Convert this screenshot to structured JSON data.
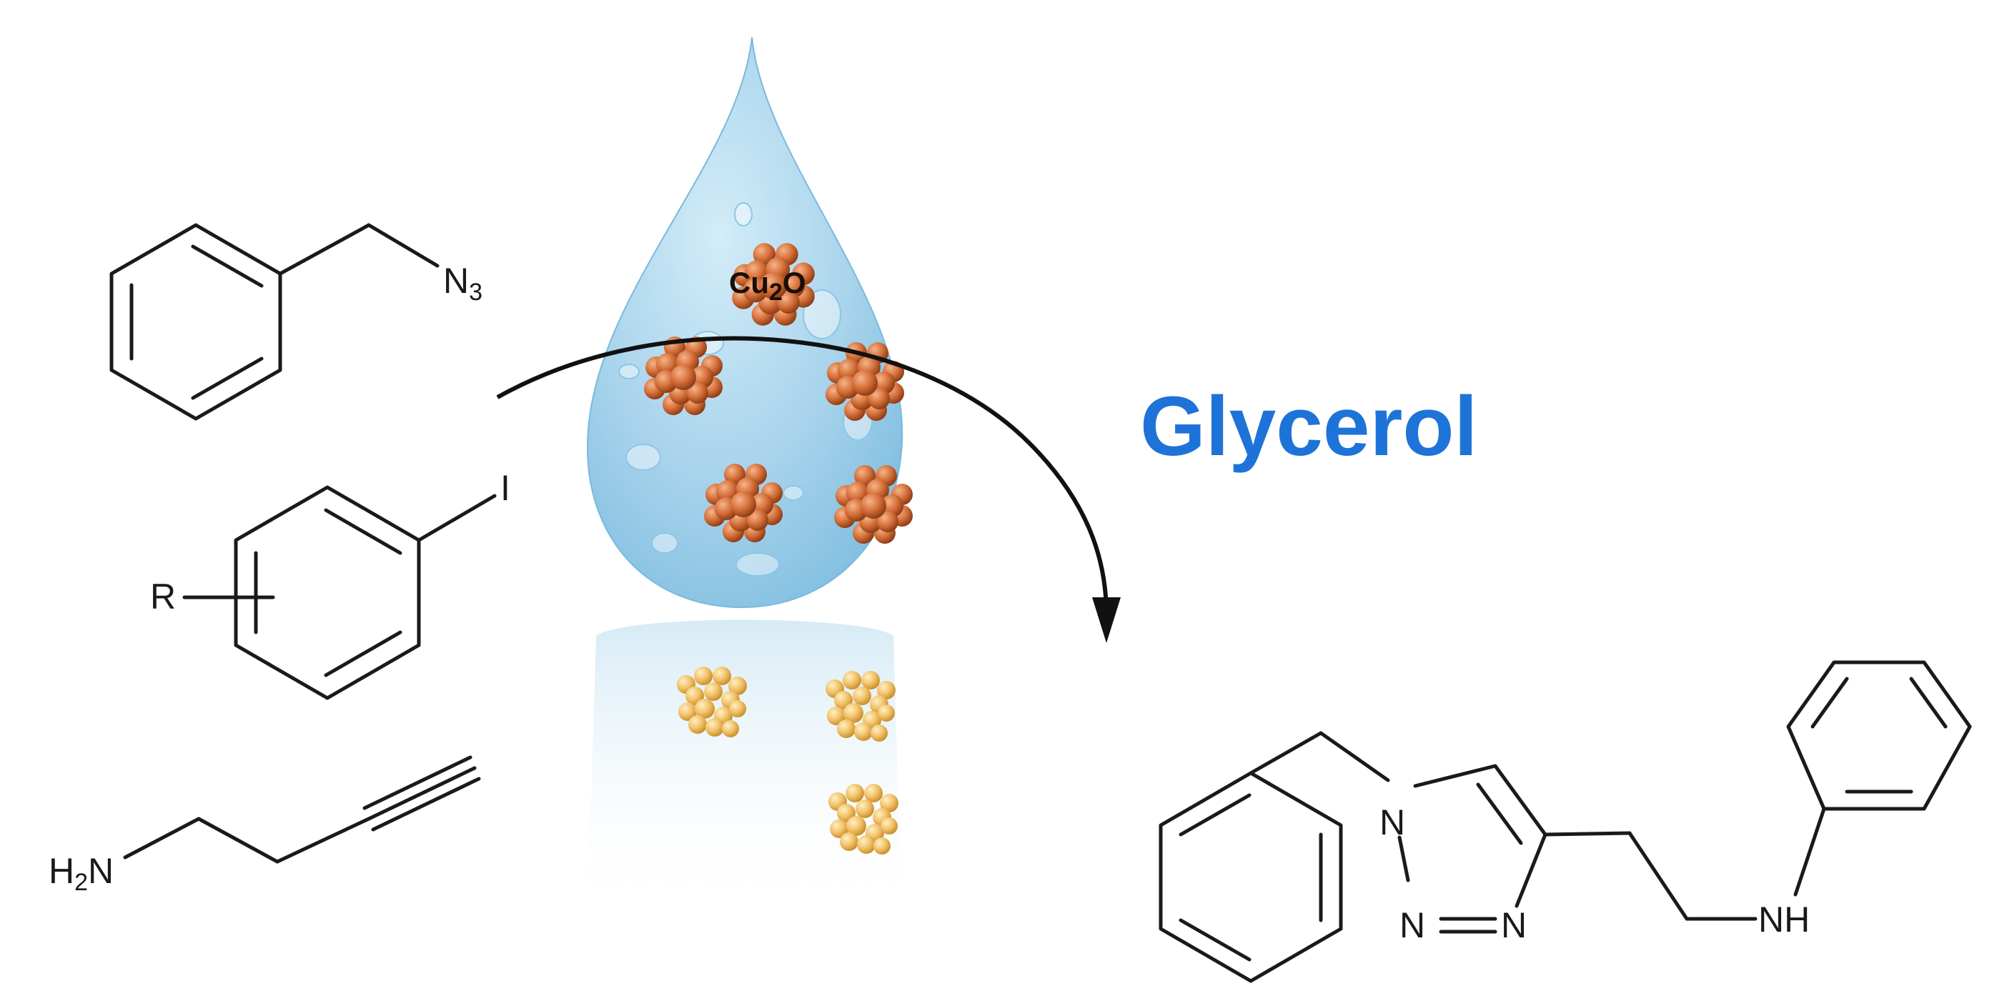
{
  "reactants": {
    "benzyl_azide": {
      "group_label": "N",
      "group_subscript": "3"
    },
    "aryl_iodide": {
      "halogen_label": "I",
      "substituent_label": "R"
    },
    "amine": {
      "amine_label_prefix": "H",
      "amine_label_subscript": "2",
      "amine_label_suffix": "N"
    }
  },
  "catalyst": {
    "label_main": "Cu",
    "label_subscript": "2",
    "label_suffix": "O"
  },
  "solvent": {
    "name": "Glycerol"
  },
  "product": {
    "n1_label": "N",
    "n2_label": "N",
    "n3_label": "N",
    "nh_label": "NH"
  },
  "colors": {
    "solvent_text": "#1e73d8",
    "droplet": "#a9d4ec",
    "catalyst_active": "#d5703a",
    "catalyst_recycled": "#f2c26a",
    "bonds": "#1a1a1a"
  }
}
